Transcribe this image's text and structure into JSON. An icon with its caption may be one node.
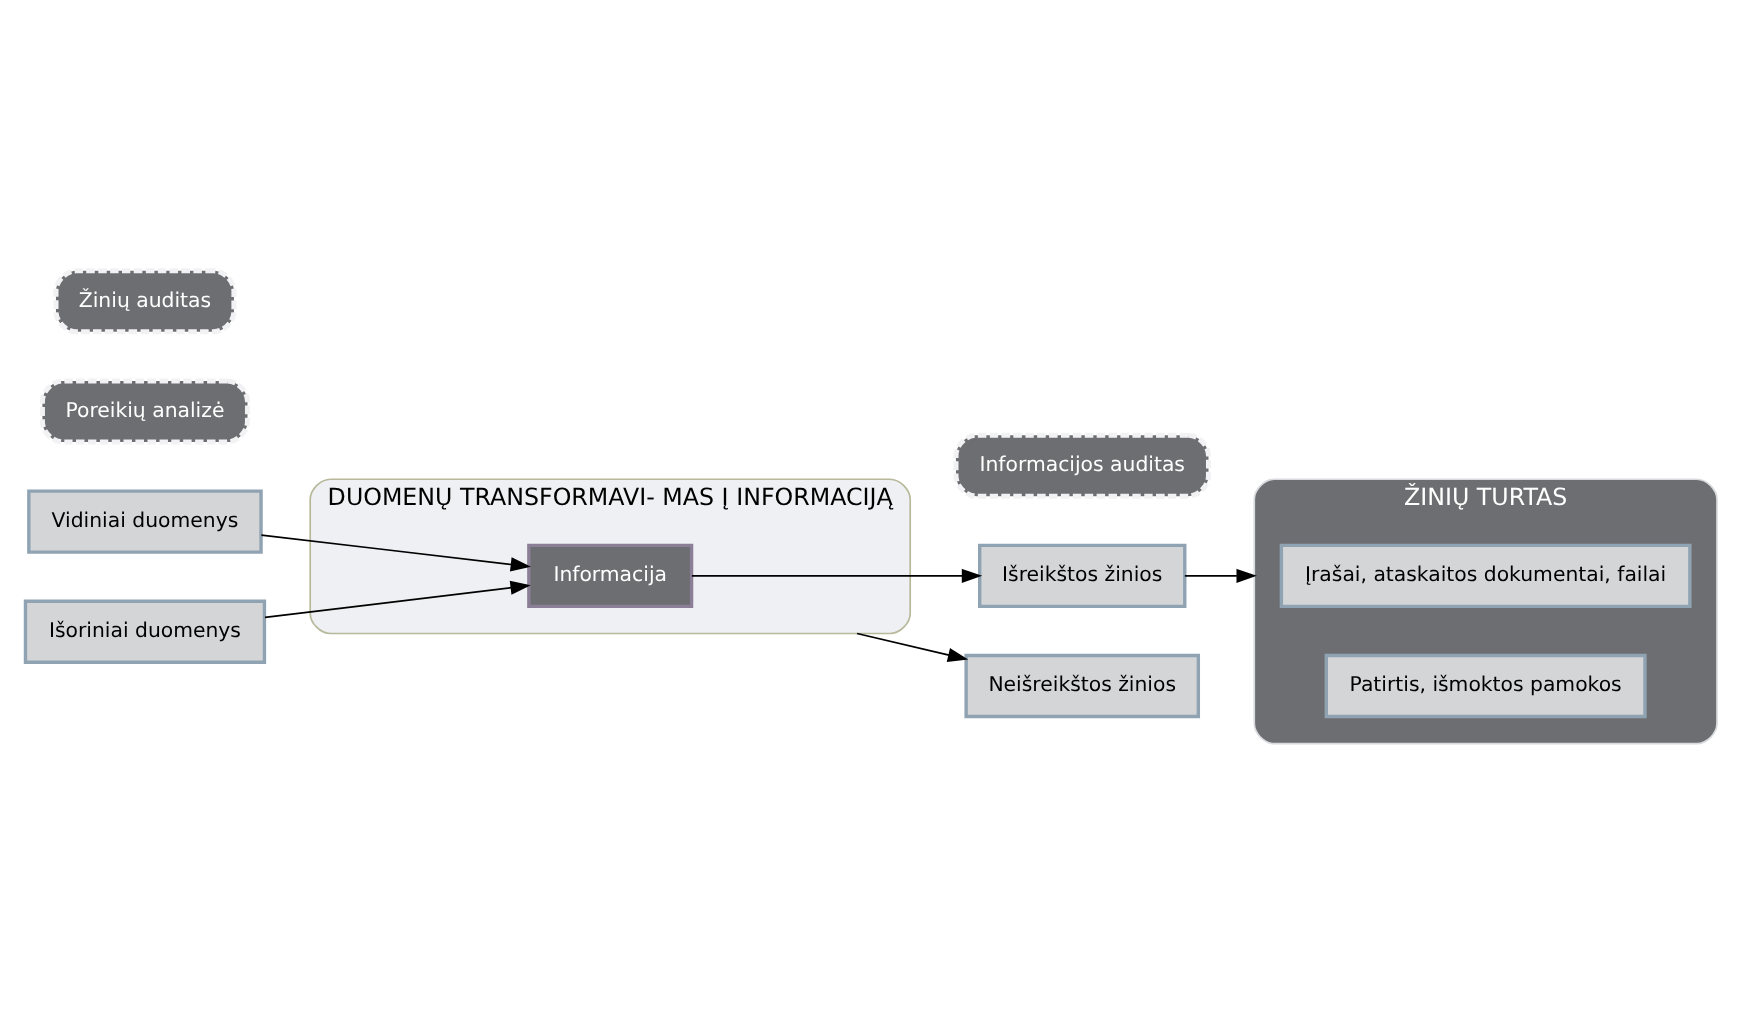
{
  "diagram": {
    "nodes": [
      {
        "text": [
          "Vidiniai duomenys"
        ]
      },
      {
        "text": [
          "Išoriniai duomenys"
        ]
      },
      {
        "text": [
          "DUOMENŲ TRANSFORMAVI- MAS Į INFORMACIJĄ"
        ]
      },
      {
        "text": [
          "Informacija"
        ],
        "in": 2
      },
      {
        "text": [
          "Išreikštos žinios"
        ]
      },
      {
        "text": [
          "Neišreikštos žinios"
        ]
      },
      {
        "text": [
          "ŽINIŲ TURTAS"
        ]
      },
      {
        "text": [
          "Įrašai, ataskaitos dokumentai, failai"
        ],
        "in": 6
      },
      {
        "text": [
          "Patirtis, išmoktos pamokos"
        ],
        "in": 6
      },
      {
        "text": [
          "Poreikių analizė"
        ]
      },
      {
        "text": [
          "Informacijos auditas"
        ]
      },
      {
        "text": [
          "Žinių auditas"
        ]
      }
    ],
    "edges": [
      {
        "from": 0,
        "to": 3,
        "arrow": "to"
      },
      {
        "from": 1,
        "to": 3,
        "arrow": "to"
      },
      {
        "from": 3,
        "to": 4,
        "arrow": "to"
      },
      {
        "from": 2,
        "to": 5,
        "arrow": "to"
      },
      {
        "from": 4,
        "to": 6,
        "arrow": "to"
      }
    ]
  }
}
